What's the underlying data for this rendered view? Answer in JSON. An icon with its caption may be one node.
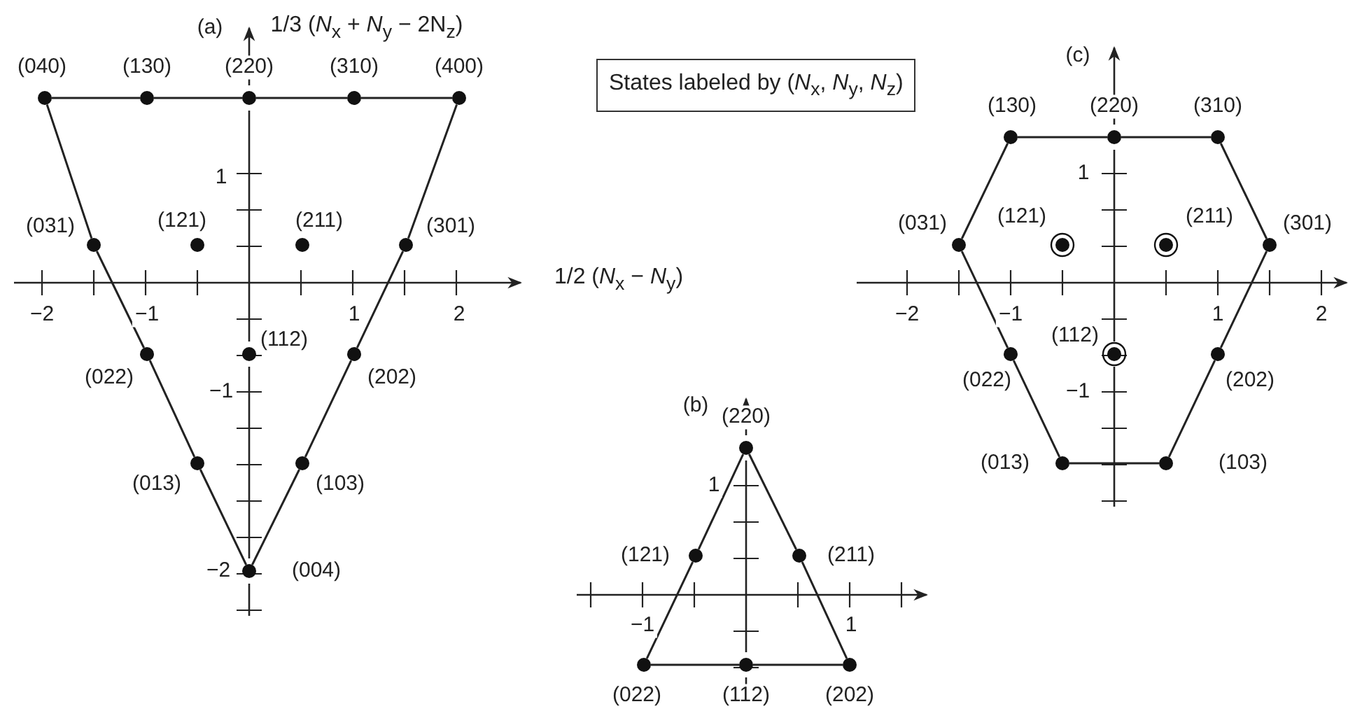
{
  "diagram": {
    "nodes": [
      {
        "text": [
          "States labeled by (*N*$_{x}$, *N*$_{y}$, *N*$_{z}$)"
        ]
      },
      {
        "text": [],
        "shape": "circle",
        "beside": [
          "(040)"
        ]
      },
      {
        "text": [],
        "shape": "circle",
        "beside": [
          "(130)"
        ]
      },
      {
        "text": [],
        "shape": "circle",
        "beside": [
          "(220)"
        ]
      },
      {
        "text": [],
        "shape": "circle",
        "beside": [
          "(310)"
        ]
      },
      {
        "text": [],
        "shape": "circle",
        "beside": [
          "(400)"
        ]
      },
      {
        "text": [],
        "shape": "circle",
        "beside": [
          "(031)"
        ]
      },
      {
        "text": [],
        "shape": "circle",
        "beside": [
          "(121)"
        ]
      },
      {
        "text": [],
        "shape": "circle",
        "beside": [
          "(211)"
        ]
      },
      {
        "text": [],
        "shape": "circle",
        "beside": [
          "(301)"
        ]
      },
      {
        "text": [],
        "shape": "circle",
        "beside": [
          "(022)"
        ]
      },
      {
        "text": [],
        "shape": "circle",
        "beside": [
          "(112)"
        ]
      },
      {
        "text": [],
        "shape": "circle",
        "beside": [
          "(202)"
        ]
      },
      {
        "text": [],
        "shape": "circle",
        "beside": [
          "(013)"
        ]
      },
      {
        "text": [],
        "shape": "circle",
        "beside": [
          "(103)"
        ]
      },
      {
        "text": [],
        "shape": "circle",
        "beside": [
          "(004)"
        ]
      },
      {
        "text": [],
        "shape": "circle",
        "beside": [
          "(220)"
        ]
      },
      {
        "text": [],
        "shape": "circle",
        "beside": [
          "(121)"
        ]
      },
      {
        "text": [],
        "shape": "circle",
        "beside": [
          "(211)"
        ]
      },
      {
        "text": [],
        "shape": "circle",
        "beside": [
          "(022)"
        ]
      },
      {
        "text": [],
        "shape": "circle",
        "beside": [
          "(112)"
        ]
      },
      {
        "text": [],
        "shape": "circle",
        "beside": [
          "(202)"
        ]
      },
      {
        "text": [],
        "shape": "circle",
        "beside": [
          "(130)"
        ]
      },
      {
        "text": [],
        "shape": "circle",
        "beside": [
          "(220)"
        ]
      },
      {
        "text": [],
        "shape": "circle",
        "beside": [
          "(310)"
        ]
      },
      {
        "text": [],
        "shape": "circle",
        "beside": [
          "(031)"
        ]
      },
      {
        "text": [],
        "shape": "ring",
        "beside": [
          "(121)"
        ]
      },
      {
        "text": [],
        "shape": "ring",
        "beside": [
          "(211)"
        ]
      },
      {
        "text": [],
        "shape": "circle",
        "beside": [
          "(301)"
        ]
      },
      {
        "text": [],
        "shape": "circle",
        "beside": [
          "(022)"
        ]
      },
      {
        "text": [],
        "shape": "ring",
        "beside": [
          "(112)"
        ]
      },
      {
        "text": [],
        "shape": "circle",
        "beside": [
          "(202)"
        ]
      },
      {
        "text": [],
        "shape": "circle",
        "beside": [
          "(013)"
        ]
      },
      {
        "text": [],
        "shape": "circle",
        "beside": [
          "(103)"
        ]
      }
    ],
    "edges": [
      {
        "from": 1,
        "to": 2,
        "arrow": "none"
      },
      {
        "from": 2,
        "to": 3,
        "arrow": "none"
      },
      {
        "from": 3,
        "to": 4,
        "arrow": "none"
      },
      {
        "from": 4,
        "to": 5,
        "arrow": "none"
      },
      {
        "from": 5,
        "to": 9,
        "arrow": "none"
      },
      {
        "from": 9,
        "to": 12,
        "arrow": "none"
      },
      {
        "from": 12,
        "to": 14,
        "arrow": "none"
      },
      {
        "from": 14,
        "to": 15,
        "arrow": "none"
      },
      {
        "from": 15,
        "to": 13,
        "arrow": "none"
      },
      {
        "from": 13,
        "to": 10,
        "arrow": "none"
      },
      {
        "from": 10,
        "to": 6,
        "arrow": "none"
      },
      {
        "from": 6,
        "to": 1,
        "arrow": "none"
      },
      {
        "from": 16,
        "to": 18,
        "arrow": "none"
      },
      {
        "from": 18,
        "to": 21,
        "arrow": "none"
      },
      {
        "from": 21,
        "to": 20,
        "arrow": "none"
      },
      {
        "from": 20,
        "to": 19,
        "arrow": "none"
      },
      {
        "from": 19,
        "to": 17,
        "arrow": "none"
      },
      {
        "from": 17,
        "to": 16,
        "arrow": "none"
      },
      {
        "from": 22,
        "to": 23,
        "arrow": "none"
      },
      {
        "from": 23,
        "to": 24,
        "arrow": "none"
      },
      {
        "from": 24,
        "to": 28,
        "arrow": "none"
      },
      {
        "from": 28,
        "to": 31,
        "arrow": "none"
      },
      {
        "from": 31,
        "to": 33,
        "arrow": "none"
      },
      {
        "from": 33,
        "to": 32,
        "arrow": "none"
      },
      {
        "from": 32,
        "to": 29,
        "arrow": "none"
      },
      {
        "from": 29,
        "to": 25,
        "arrow": "none"
      },
      {
        "from": 25,
        "to": 22,
        "arrow": "none"
      }
    ],
    "labels": [
      "(a)",
      "1/3 (*N*$_{x}$ + *N*$_{y}$ − 2N$_{z}$)",
      "1/2 (*N*$_{x}$ − *N*$_{y}$)",
      "1",
      "−2",
      "−1",
      "1",
      "2",
      "−1",
      "−2",
      "(b)",
      "1",
      "−1",
      "1",
      "(c)",
      "1",
      "−2",
      "−1",
      "1",
      "2",
      "−1"
    ]
  }
}
